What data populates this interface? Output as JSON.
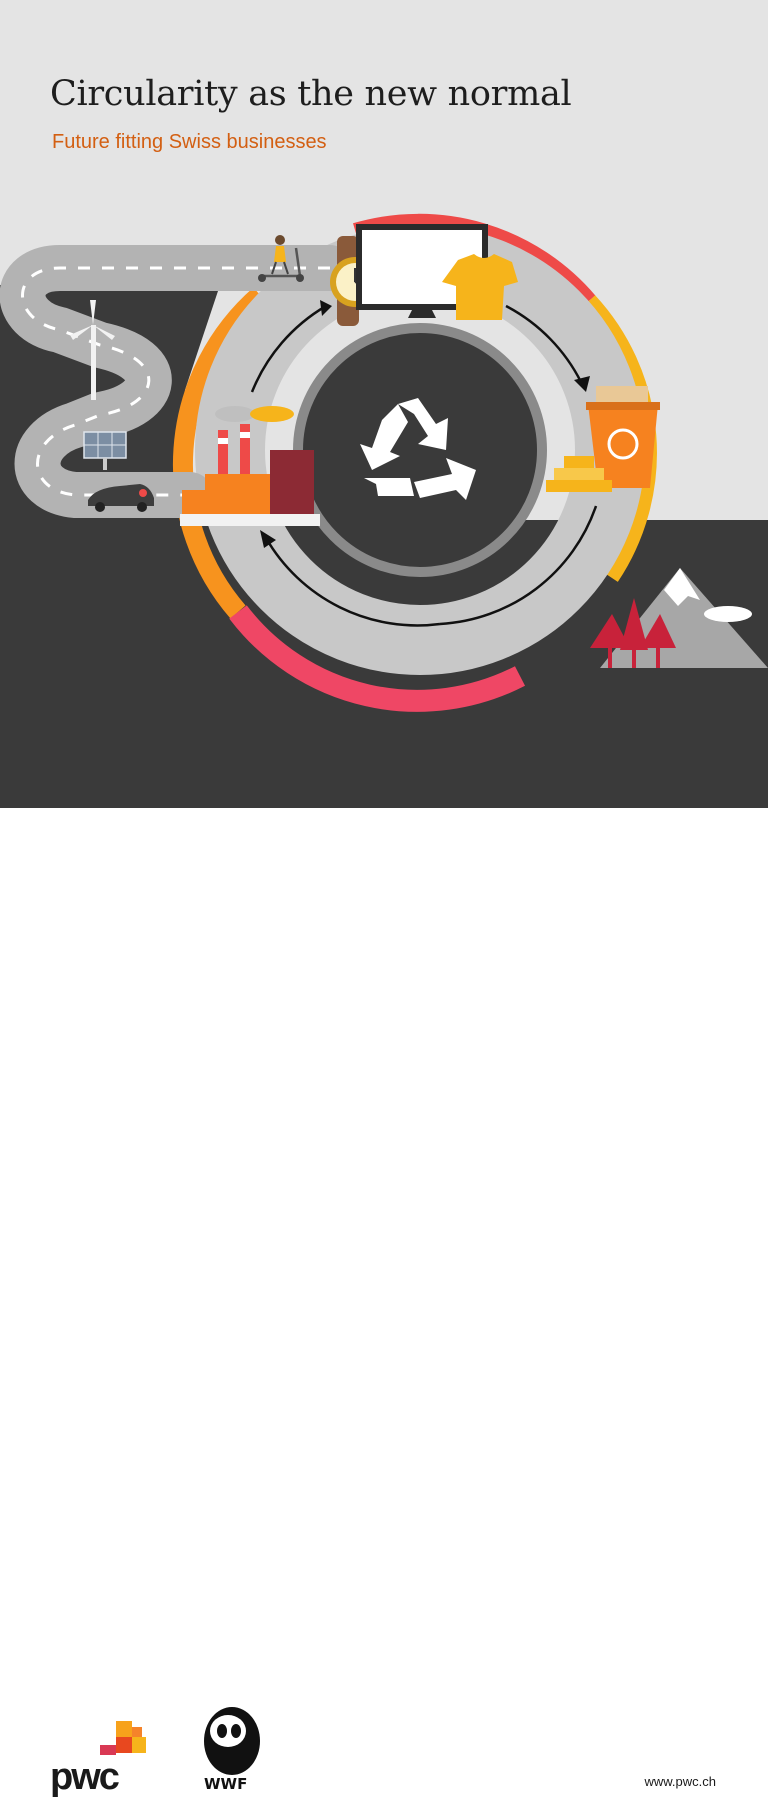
{
  "title": "Circularity as the new normal",
  "subtitle": "Future fitting Swiss businesses",
  "footer": {
    "url": "www.pwc.ch",
    "pwc_logo_text": "pwc",
    "wwf_logo_text": "WWF"
  },
  "colors": {
    "accent_orange": "#d35f12",
    "ring_yellow": "#f6b41b",
    "ring_red": "#ee4a48",
    "ring_pink": "#ef4765",
    "dark_ground": "#3a3a3a"
  },
  "icons": [
    "scooter-rider-icon",
    "watch-icon",
    "monitor-icon",
    "tshirt-icon",
    "recycling-bin-icon",
    "gold-bars-icon",
    "mountain-icon",
    "trees-icon",
    "factory-icon",
    "solar-panel-icon",
    "wind-turbine-icon",
    "electric-car-icon",
    "recycle-symbol-icon"
  ]
}
